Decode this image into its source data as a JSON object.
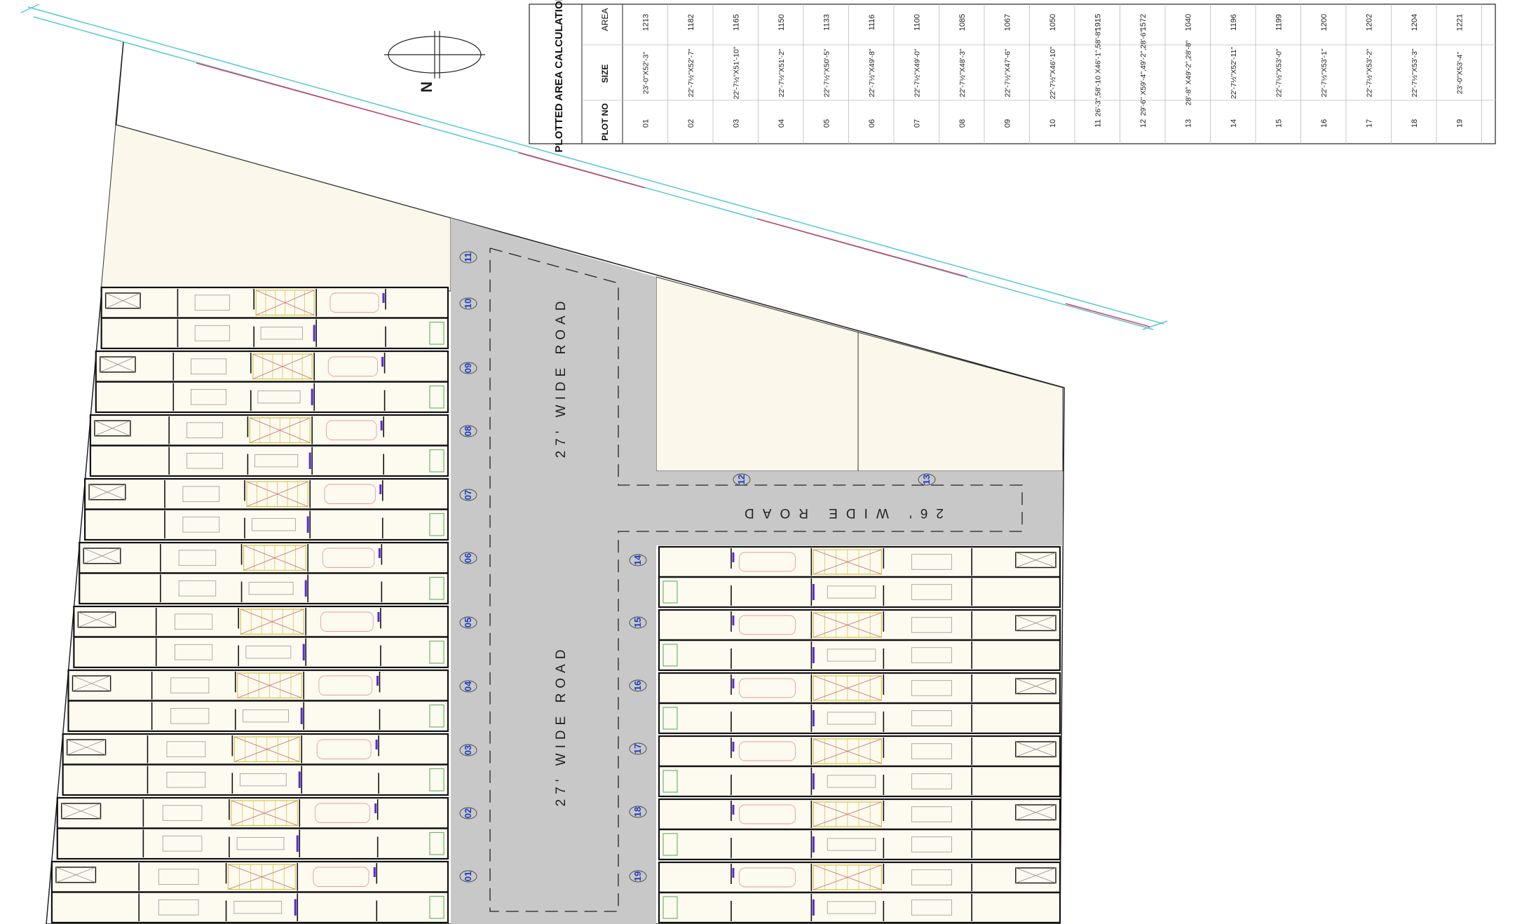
{
  "table": {
    "title": "PLOTTED AREA CALCULATION",
    "headers": {
      "plot_no": "PLOT NO",
      "size": "SIZE",
      "area": "AREA"
    },
    "rows": [
      {
        "plot": "01",
        "size": "23'-0\"X52'-3\"",
        "area": "1213"
      },
      {
        "plot": "02",
        "size": "22'-7½\"X52'-7\"",
        "area": "1182"
      },
      {
        "plot": "03",
        "size": "22'-7½\"X51'-10\"",
        "area": "1165"
      },
      {
        "plot": "04",
        "size": "22'-7½\"X51'-2\"",
        "area": "1150"
      },
      {
        "plot": "05",
        "size": "22'-7½\"X50'-5\"",
        "area": "1133"
      },
      {
        "plot": "06",
        "size": "22'-7½\"X49'-8\"",
        "area": "1116"
      },
      {
        "plot": "07",
        "size": "22'-7½\"X49'-0\"",
        "area": "1100"
      },
      {
        "plot": "08",
        "size": "22'-7½\"X48'-3\"",
        "area": "1085"
      },
      {
        "plot": "09",
        "size": "22'-7½\"X47'-6\"",
        "area": "1067"
      },
      {
        "plot": "10",
        "size": "22'-7½\"X46'-10\"",
        "area": "1050"
      },
      {
        "plot": "11",
        "size": "26'-3\",58'-10 X46'-1\",58'-8\"",
        "area": "1915"
      },
      {
        "plot": "12",
        "size": "29'-6\" X59'-4\",49'-2\",28'-6\"",
        "area": "1572"
      },
      {
        "plot": "13",
        "size": "28'-8\" X49'-2\",28'-8\"",
        "area": "1040"
      },
      {
        "plot": "14",
        "size": "22'-7½\"X52'-11\"",
        "area": "1196"
      },
      {
        "plot": "15",
        "size": "22'-7½\"X53'-0\"",
        "area": "1199"
      },
      {
        "plot": "16",
        "size": "22'-7½\"X53'-1\"",
        "area": "1200"
      },
      {
        "plot": "17",
        "size": "22'-7½\"X53'-2\"",
        "area": "1202"
      },
      {
        "plot": "18",
        "size": "22'-7½\"X53'-3\"",
        "area": "1204"
      },
      {
        "plot": "19",
        "size": "23'-0\"X53'-4\"",
        "area": "1221"
      }
    ]
  },
  "north_label": "N",
  "roads": {
    "vertical_top": "27' WIDE ROAD",
    "vertical_bottom": "27' WIDE ROAD",
    "horizontal": "26' WIDE ROAD"
  },
  "plot_markers": {
    "left": [
      "11",
      "10",
      "09",
      "08",
      "07",
      "06",
      "05",
      "04",
      "03",
      "02",
      "01"
    ],
    "right": [
      "14",
      "15",
      "16",
      "17",
      "18",
      "19"
    ],
    "top": [
      "12",
      "13"
    ]
  },
  "colors": {
    "road": "#c8c8c8",
    "plot_fill": "#fbf7ea",
    "building_fill": "#fdfaf0",
    "wall": "#111111",
    "boundary": "#55c8d8",
    "center_line": "#d8305a",
    "marker": "#1a3cc8",
    "stair": "#d6c84a",
    "garden": "#6cb86c",
    "door_accent": "#5a2ad8"
  }
}
